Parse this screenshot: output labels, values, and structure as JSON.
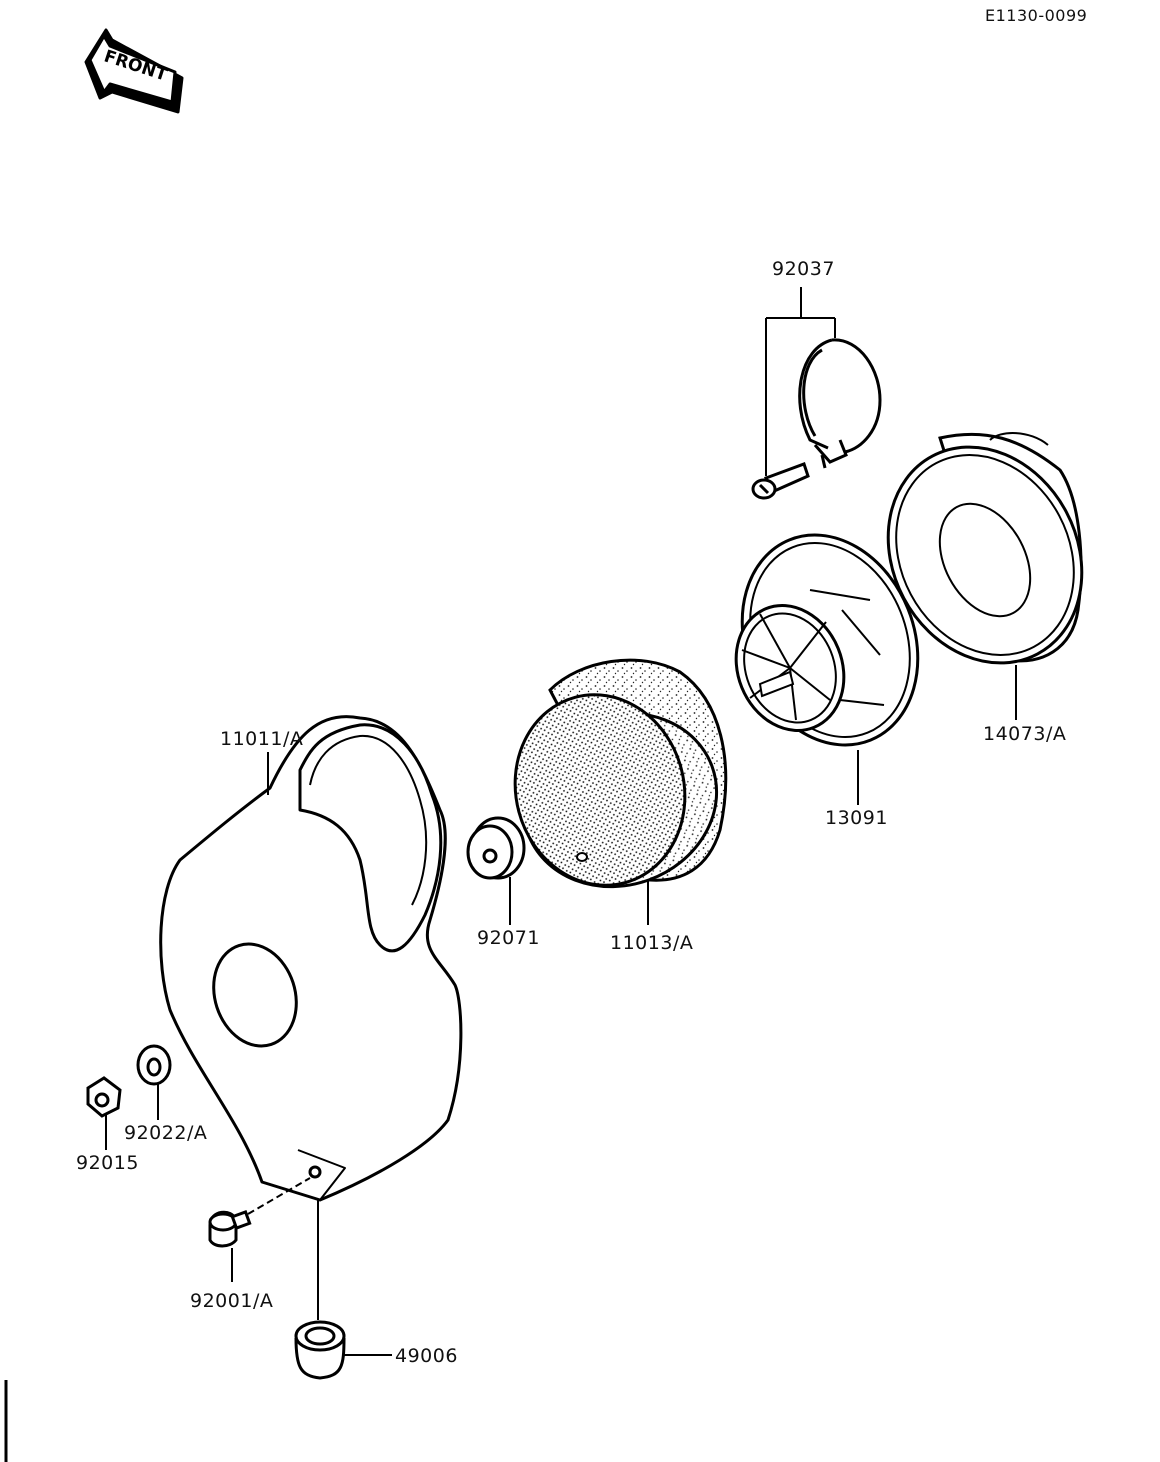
{
  "doc_code": "E1130-0099",
  "front_label": "FRONT",
  "callouts": {
    "clamp": "92037",
    "cover": "11011/A",
    "element": "11013/A",
    "grommet": "92071",
    "holder": "13091",
    "cap": "14073/A",
    "washer": "92022/A",
    "nut": "92015",
    "bolt": "92001/A",
    "damper": "49006"
  }
}
